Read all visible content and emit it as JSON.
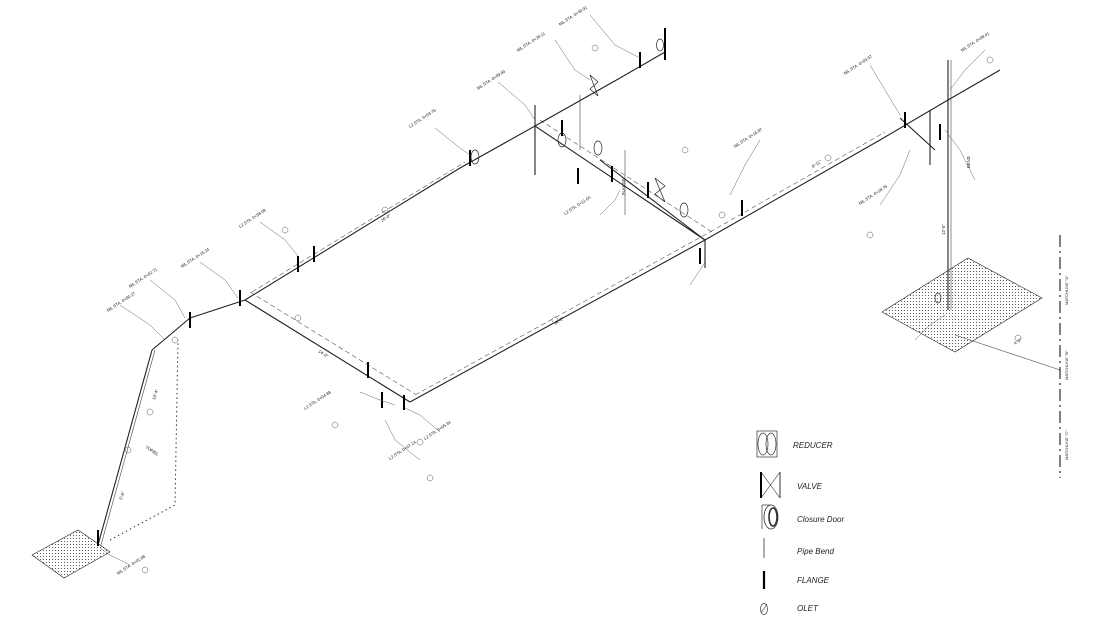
{
  "legend": [
    {
      "label": "REDUCER",
      "icon": "reducer-icon"
    },
    {
      "label": "VALVE",
      "icon": "valve-icon"
    },
    {
      "label": "Closure Door",
      "icon": "closure-door-icon"
    },
    {
      "label": "Pipe Bend",
      "icon": "pipe-bend-icon"
    },
    {
      "label": "FLANGE",
      "icon": "flange-icon"
    },
    {
      "label": "OLET",
      "icon": "olet-icon"
    }
  ],
  "matchlines": [
    "MATCHLINE \"A\"",
    "MATCHLINE \"B\"",
    "MATCHLINE \"C\""
  ],
  "callouts": {
    "c1": "NIL STA. 0+00.27",
    "c2": "NIL STA. 0+02.71",
    "c3": "NIL STA. 0+15.24",
    "c4": "L2 STA. 0+38.09",
    "c5": "L2 STA. 0+53.76",
    "c6": "NIL STA. 0+09.83",
    "c7": "NIL STA. 0+28.11",
    "c8": "NIL STA. 0+40.91",
    "c9": "L2 STA. 0+04.88",
    "c10": "L2 STA. 0+05.34",
    "c11": "L2 STA. 0+07.14",
    "c12": "L2 STA. 0+11.04",
    "c13": "NIL STA. 0+16.87",
    "c14": "NIL STA. 0+03.57",
    "c15": "NIL STA. 0+08.41",
    "c16": "NIL STA. 0+18.75",
    "c17": "NIL STA. 0+01.08"
  },
  "dims": {
    "d1": "26'-0\"",
    "d2": "14'-0\"",
    "d3": "34'-2\"",
    "d4": "8'-11\"",
    "d5": "10'-4\"",
    "d6": "5'-6\"",
    "d7": "12'-0\"",
    "d8": "4'-2\""
  },
  "tags": {
    "t1": "TOP/EL",
    "t2": "FLANGE",
    "t3": "BEND"
  }
}
